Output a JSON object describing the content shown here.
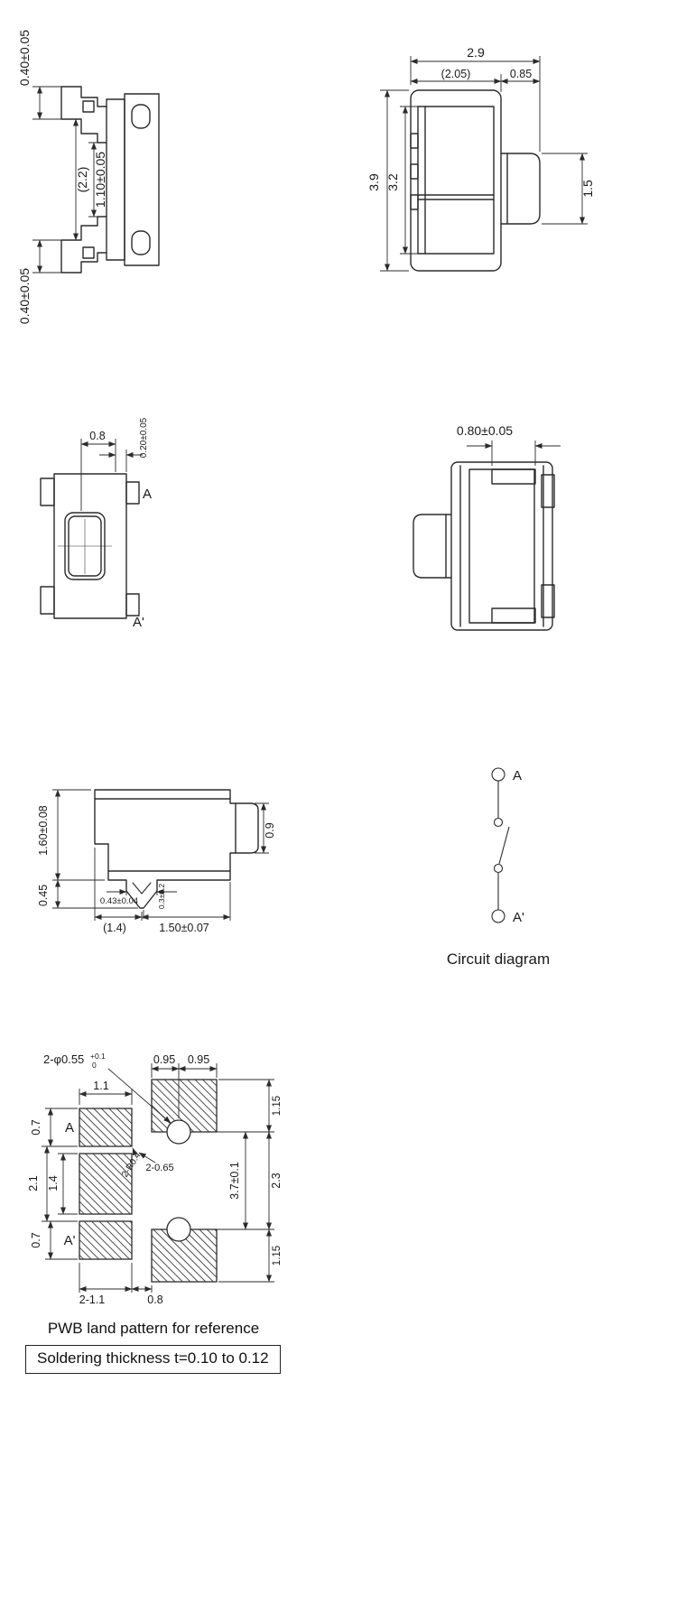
{
  "colors": {
    "line": "#2b2b2b",
    "text": "#1a1a1a",
    "background": "#ffffff"
  },
  "side_view": {
    "dim_foot_top": "0.40±0.05",
    "dim_span": "(2.2)",
    "dim_inner": "1.10±0.05",
    "dim_foot_bottom": "0.40±0.05"
  },
  "front_view": {
    "dim_total_width": "2.9",
    "dim_body_width": "(2.05)",
    "dim_stem_width": "0.85",
    "dim_total_height": "3.9",
    "dim_body_height": "3.2",
    "dim_stem_height": "1.5"
  },
  "top_view": {
    "dim_stem": "0.8",
    "dim_offset": "0.20±0.05",
    "terminal_a": "A",
    "terminal_a2": "A'"
  },
  "rear_view": {
    "dim_stem": "0.80±0.05"
  },
  "bottom_view": {
    "dim_height": "1.60±0.08",
    "dim_stem": "0.9",
    "dim_foot": "0.45",
    "dim_pin_base": "0.43±0.04",
    "dim_pin_tip": "0.3±0.2",
    "dim_body": "(1.4)",
    "dim_pitch": "1.50±0.07"
  },
  "circuit": {
    "terminal_a": "A",
    "terminal_a2": "A'",
    "caption": "Circuit diagram"
  },
  "land_pattern": {
    "dim_holes": "2-φ0.55",
    "tol_plus": "+0.1",
    "tol_minus": "0",
    "dim_095_a": "0.95",
    "dim_095_b": "0.95",
    "dim_pad_width": "1.1",
    "dim_pad_a_height": "0.7",
    "terminal_a": "A",
    "dim_corner_r": "2-R0.4",
    "dim_center_span": "2.1",
    "dim_mid_pad": "1.4",
    "dim_gaps": "2-0.65",
    "dim_hole_pitch": "3.7±0.1",
    "dim_pad_span": "2.3",
    "dim_115_top": "1.15",
    "dim_pad_a2_height": "0.7",
    "terminal_a2": "A'",
    "dim_115_bottom": "1.15",
    "dim_pads": "2-1.1",
    "dim_gap": "0.8",
    "caption": "PWB land pattern for reference",
    "note": "Soldering thickness t=0.10 to 0.12"
  }
}
